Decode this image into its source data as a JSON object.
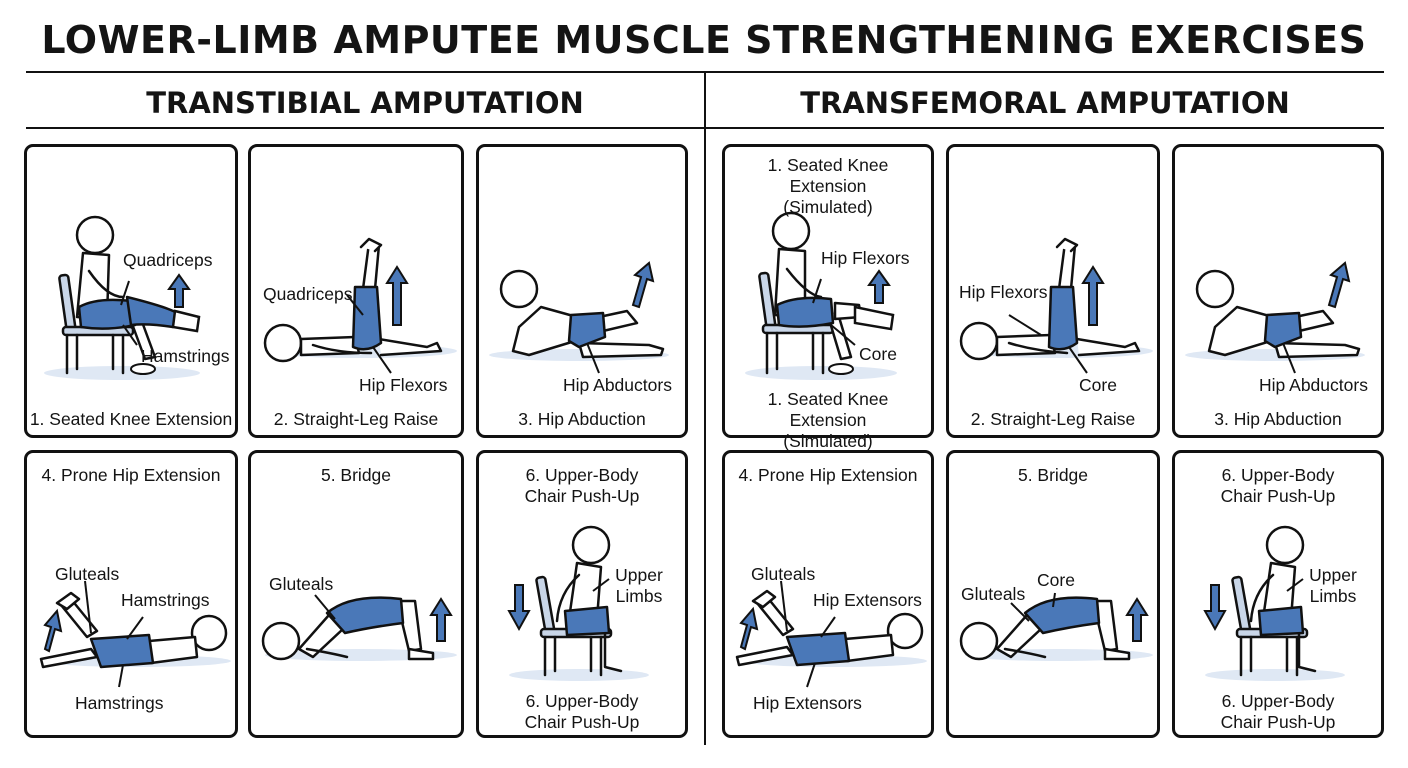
{
  "title": "LOWER-LIMB AMPUTEE MUSCLE STRENGTHENING EXERCISES",
  "sections": {
    "transtibial": {
      "title": "TRANSTIBIAL AMPUTATION",
      "panels": {
        "p1": {
          "caption": "1. Seated Knee Extension",
          "labels": [
            "Quadriceps",
            "Hamstrings"
          ]
        },
        "p2": {
          "caption": "2. Straight-Leg Raise",
          "labels": [
            "Quadriceps",
            "Hip Flexors"
          ]
        },
        "p3": {
          "caption": "3. Hip Abduction",
          "labels": [
            "Hip Abductors"
          ]
        },
        "p4": {
          "caption": "4. Prone Hip Extension",
          "labels": [
            "Gluteals",
            "Hamstrings",
            "Hamstrings"
          ]
        },
        "p5": {
          "caption": "5. Bridge",
          "labels": [
            "Gluteals"
          ]
        },
        "p6": {
          "caption": "6. Upper-Body Chair Push-Up",
          "caption_bottom": "6. Upper-Body Chair Push-Up",
          "labels": [
            "Upper Limbs"
          ]
        }
      }
    },
    "transfemoral": {
      "title": "TRANSFEMORAL AMPUTATION",
      "panels": {
        "p1": {
          "caption": "1. Seated Knee Extension (Simulated)",
          "caption_bottom": "1. Seated Knee Extension (Simulated)",
          "labels": [
            "Hip Flexors",
            "Core"
          ]
        },
        "p2": {
          "caption": "2. Straight-Leg Raise",
          "labels": [
            "Hip Flexors",
            "Core"
          ]
        },
        "p3": {
          "caption": "3. Hip Abduction",
          "labels": [
            "Hip Abductors"
          ]
        },
        "p4": {
          "caption": "4. Prone Hip Extension",
          "labels": [
            "Gluteals",
            "Hip Extensors",
            "Hip Extensors"
          ]
        },
        "p5": {
          "caption": "5. Bridge",
          "labels": [
            "Gluteals",
            "Core"
          ]
        },
        "p6": {
          "caption": "6. Upper-Body Chair Push-Up",
          "caption_bottom": "6. Upper-Body Chair Push-Up",
          "labels": [
            "Upper Limbs"
          ]
        }
      }
    }
  },
  "colors": {
    "accent": "#4a78b8",
    "accent_light": "#d3e1f2",
    "ink": "#111111",
    "shadow": "#dfe8f4"
  }
}
